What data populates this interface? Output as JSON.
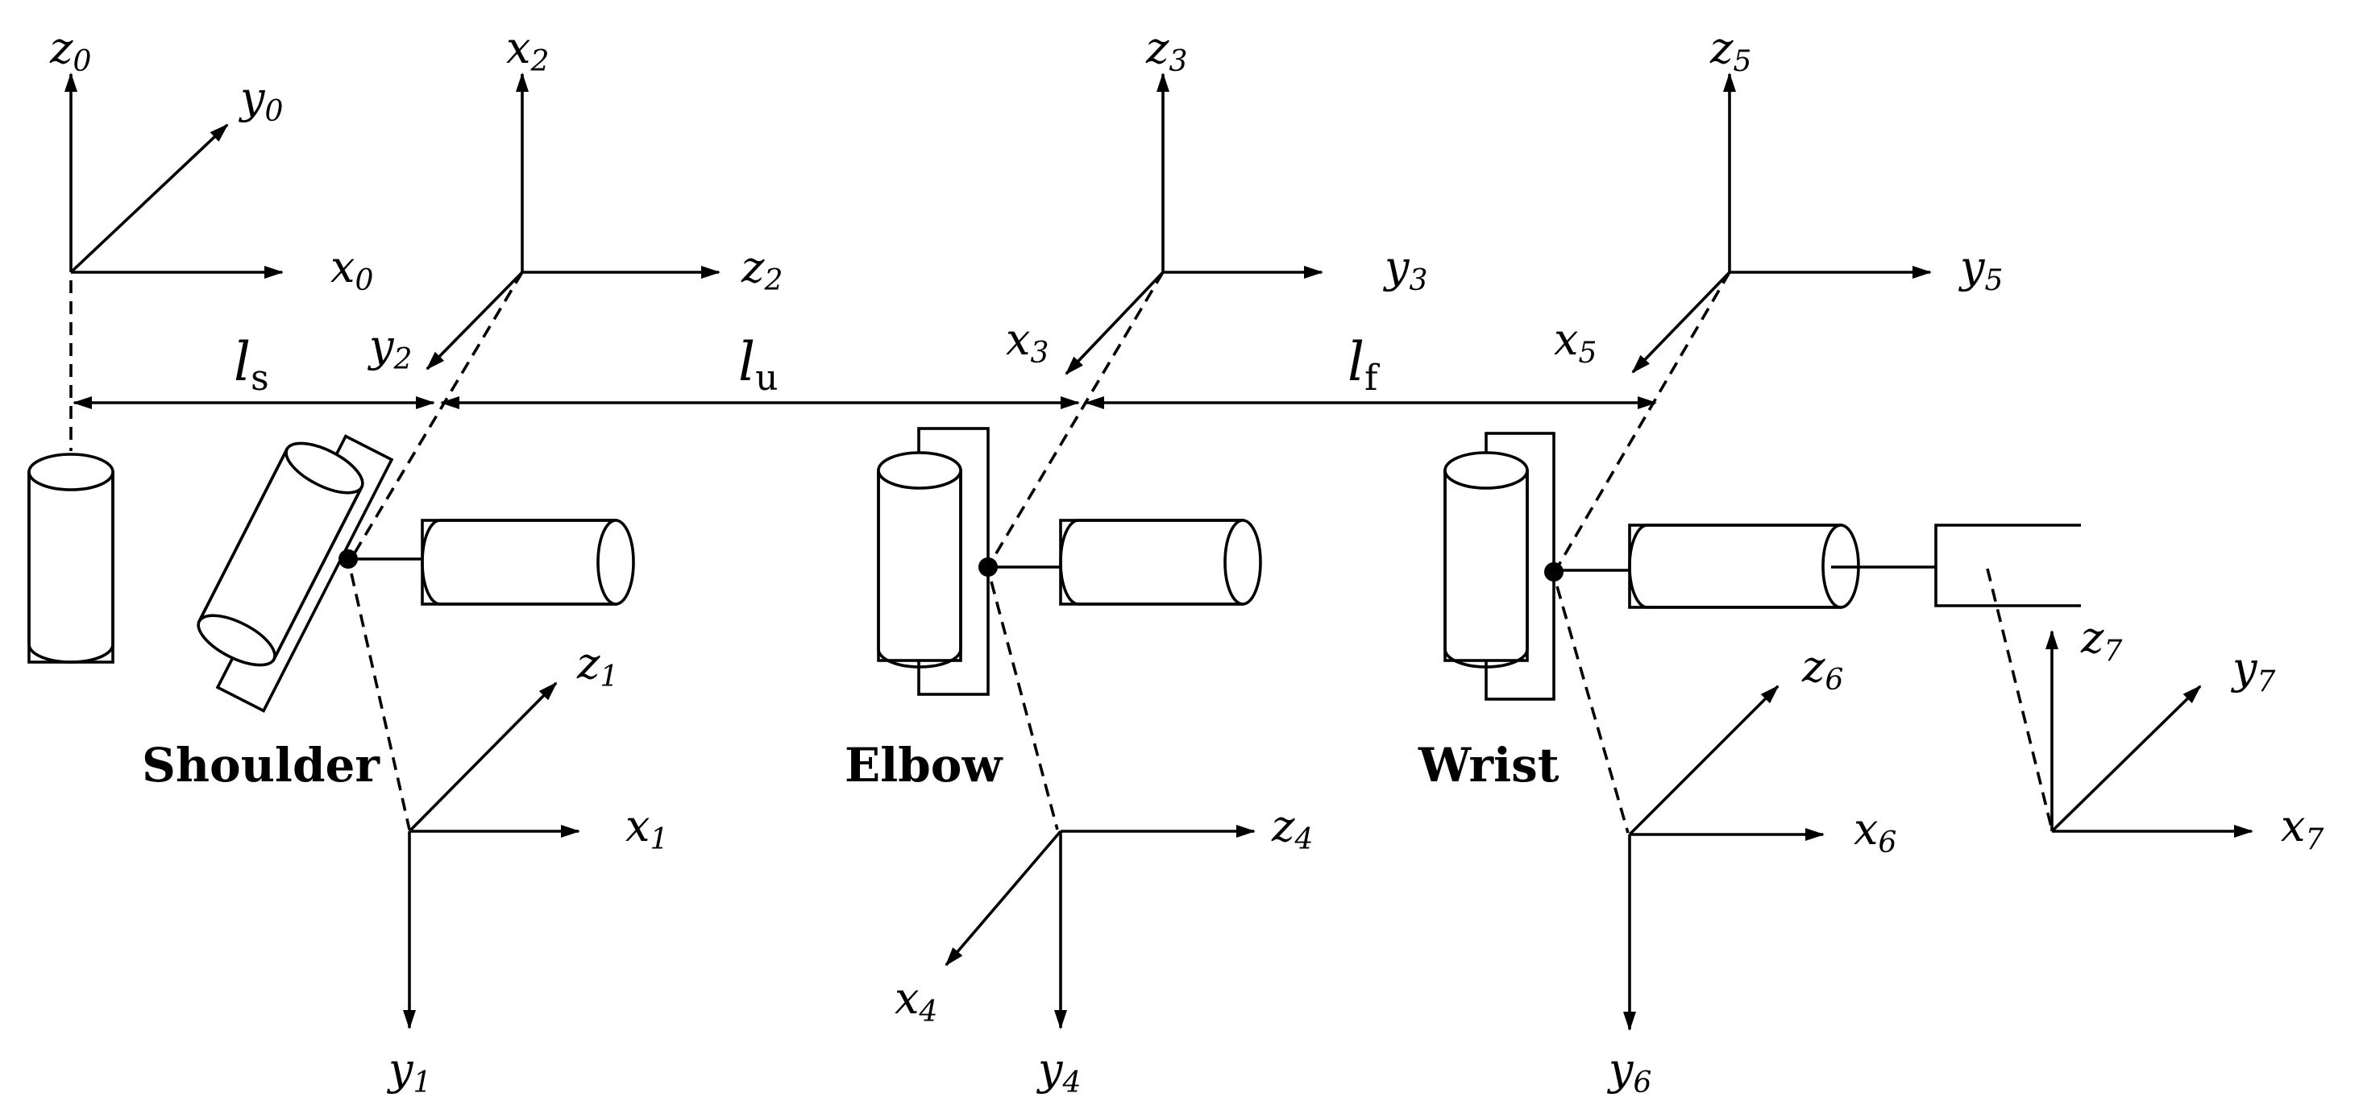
{
  "frames": {
    "f0": {
      "x": {
        "base": "x",
        "sub": "0"
      },
      "y": {
        "base": "y",
        "sub": "0"
      },
      "z": {
        "base": "z",
        "sub": "0"
      }
    },
    "f1": {
      "x": {
        "base": "x",
        "sub": "1"
      },
      "y": {
        "base": "y",
        "sub": "1"
      },
      "z": {
        "base": "z",
        "sub": "1"
      }
    },
    "f2": {
      "x": {
        "base": "x",
        "sub": "2"
      },
      "y": {
        "base": "y",
        "sub": "2"
      },
      "z": {
        "base": "z",
        "sub": "2"
      }
    },
    "f3": {
      "x": {
        "base": "x",
        "sub": "3"
      },
      "y": {
        "base": "y",
        "sub": "3"
      },
      "z": {
        "base": "z",
        "sub": "3"
      }
    },
    "f4": {
      "x": {
        "base": "x",
        "sub": "4"
      },
      "y": {
        "base": "y",
        "sub": "4"
      },
      "z": {
        "base": "z",
        "sub": "4"
      }
    },
    "f5": {
      "x": {
        "base": "x",
        "sub": "5"
      },
      "y": {
        "base": "y",
        "sub": "5"
      },
      "z": {
        "base": "z",
        "sub": "5"
      }
    },
    "f6": {
      "x": {
        "base": "x",
        "sub": "6"
      },
      "y": {
        "base": "y",
        "sub": "6"
      },
      "z": {
        "base": "z",
        "sub": "6"
      }
    },
    "f7": {
      "x": {
        "base": "x",
        "sub": "7"
      },
      "y": {
        "base": "y",
        "sub": "7"
      },
      "z": {
        "base": "z",
        "sub": "7"
      }
    }
  },
  "lengths": {
    "shoulder": {
      "base": "l",
      "sub": "s"
    },
    "upper_arm": {
      "base": "l",
      "sub": "u"
    },
    "forearm": {
      "base": "l",
      "sub": "f"
    }
  },
  "joints": {
    "shoulder": "Shoulder",
    "elbow": "Elbow",
    "wrist": "Wrist"
  }
}
